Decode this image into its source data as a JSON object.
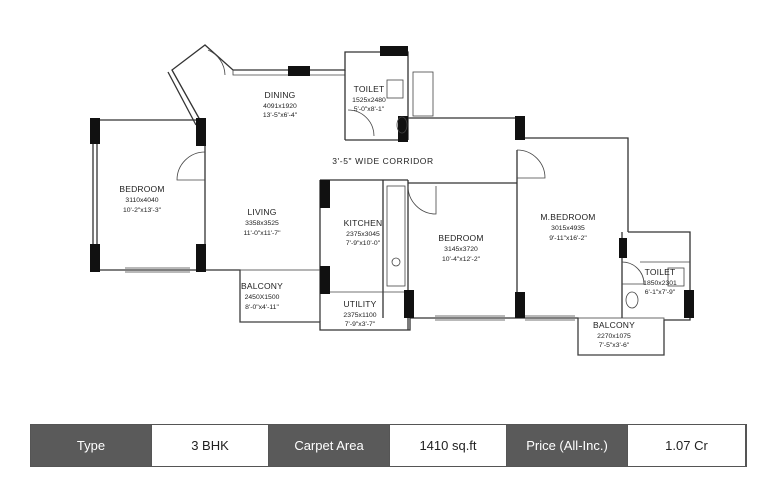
{
  "plan": {
    "dining": {
      "name": "DINING",
      "size": "4091x1920",
      "ft": "13'-5\"x6'-4\""
    },
    "toilet1": {
      "name": "TOILET",
      "size": "1525x2480",
      "ft": "5'-0\"x8'-1\""
    },
    "corridor": {
      "name": "3'-5\" WIDE CORRIDOR"
    },
    "bedroom1": {
      "name": "BEDROOM",
      "size": "3110x4040",
      "ft": "10'-2\"x13'-3\""
    },
    "living": {
      "name": "LIVING",
      "size": "3358x3525",
      "ft": "11'-0\"x11'-7\""
    },
    "kitchen": {
      "name": "KITCHEN",
      "size": "2375x3045",
      "ft": "7'-9\"x10'-0\""
    },
    "bedroom2": {
      "name": "BEDROOM",
      "size": "3145x3720",
      "ft": "10'-4\"x12'-2\""
    },
    "mbedroom": {
      "name": "M.BEDROOM",
      "size": "3015x4935",
      "ft": "9'-11\"x16'-2\""
    },
    "toilet2": {
      "name": "TOILET",
      "size": "1850x2301",
      "ft": "6'-1\"x7'-9\""
    },
    "balcony1": {
      "name": "BALCONY",
      "size": "2450X1500",
      "ft": "8'-0\"x4'-11\""
    },
    "utility": {
      "name": "UTILITY",
      "size": "2375x1100",
      "ft": "7'-9\"x3'-7\""
    },
    "balcony2": {
      "name": "BALCONY",
      "size": "2270x1075",
      "ft": "7'-5\"x3'-6\""
    }
  },
  "table": {
    "type_label": "Type",
    "type_value": "3 BHK",
    "area_label": "Carpet Area",
    "area_value": "1410 sq.ft",
    "price_label": "Price (All-Inc.)",
    "price_value": "1.07 Cr"
  },
  "colors": {
    "label_bg": "#5a5a5a",
    "label_text": "#ffffff",
    "value_bg": "#ffffff",
    "wall": "#333333",
    "pillar": "#111111"
  }
}
